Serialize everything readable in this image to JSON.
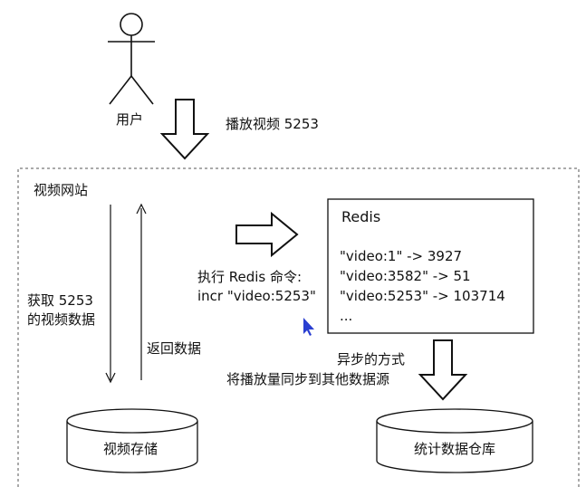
{
  "user": {
    "label": "用户"
  },
  "request": {
    "label": "播放视频 5253"
  },
  "website": {
    "label": "视频网站"
  },
  "fetch": {
    "line1": "获取 5253",
    "line2": "的视频数据"
  },
  "return": {
    "label": "返回数据"
  },
  "redis_cmd": {
    "line1": "执行 Redis 命令:",
    "line2": "incr \"video:5253\""
  },
  "redis": {
    "title": "Redis",
    "entries": [
      "\"video:1\" -> 3927",
      "\"video:3582\" -> 51",
      "\"video:5253\" -> 103714",
      "..."
    ]
  },
  "async": {
    "line1": "异步的方式",
    "line2": "将播放量同步到其他数据源"
  },
  "storage": {
    "label": "视频存储"
  },
  "warehouse": {
    "label": "统计数据仓库"
  },
  "colors": {
    "stroke": "#111111",
    "dashed": "#555555",
    "cursor": "#2a3fd1"
  }
}
